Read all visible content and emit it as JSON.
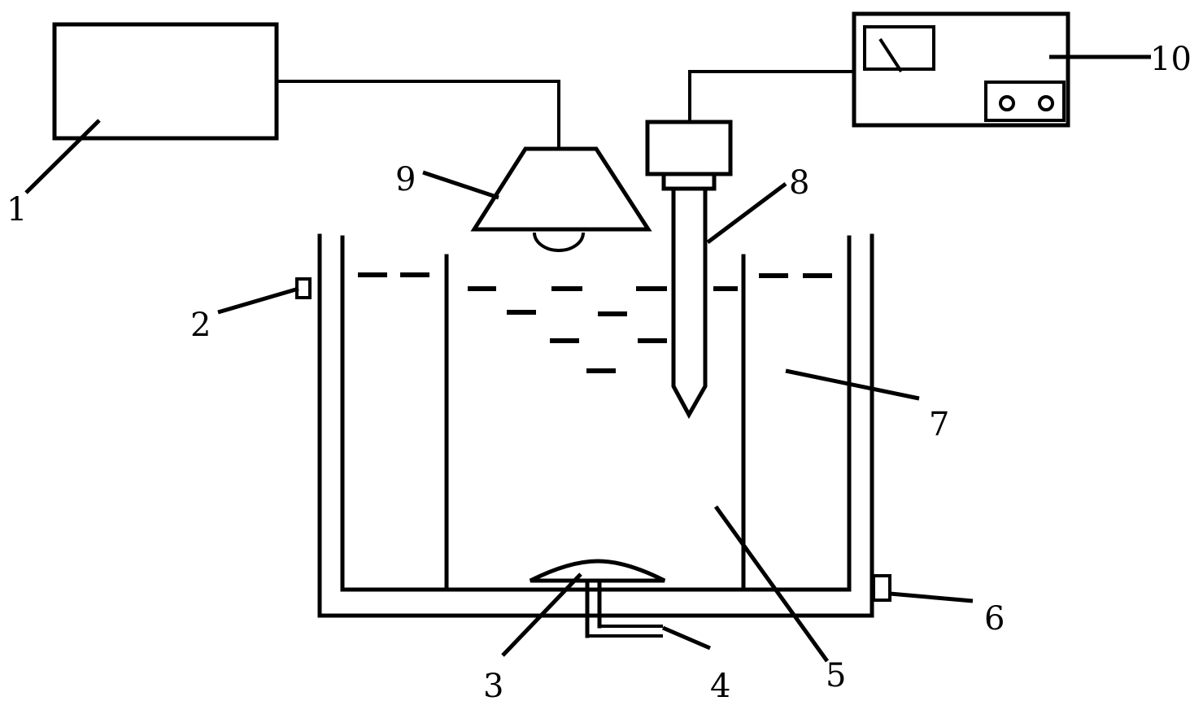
{
  "labels": {
    "n1": "1",
    "n2": "2",
    "n3": "3",
    "n4": "4",
    "n5": "5",
    "n6": "6",
    "n7": "7",
    "n8": "8",
    "n9": "9",
    "n10": "10"
  },
  "colors": {
    "line": "#000000",
    "background": "#ffffff"
  }
}
